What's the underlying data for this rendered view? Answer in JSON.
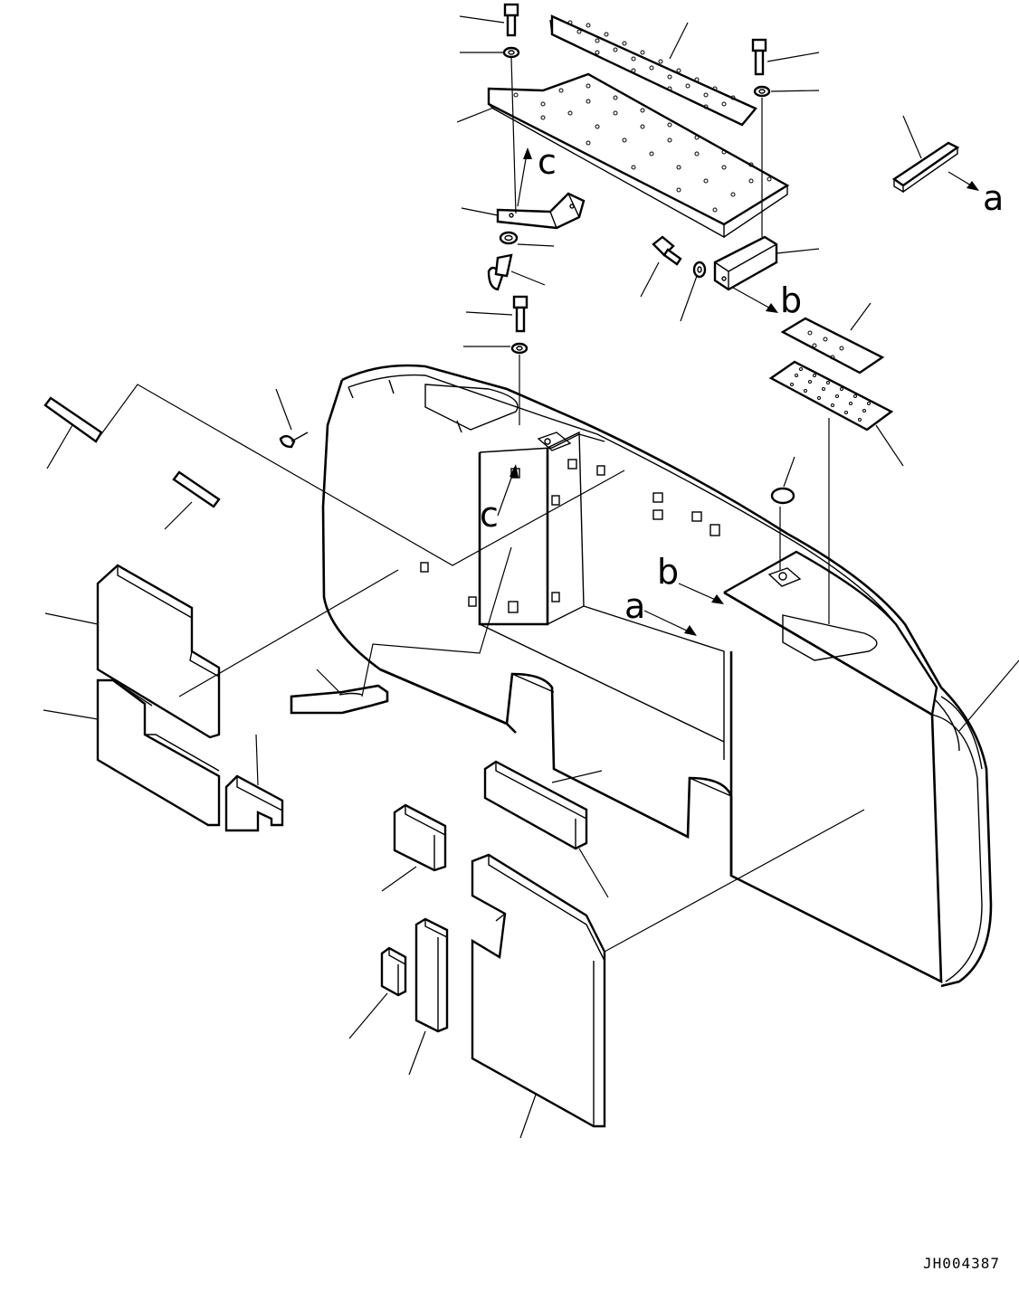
{
  "diagram": {
    "drawing_code": "JH004387",
    "reference_labels": [
      {
        "id": "a-top",
        "text": "a"
      },
      {
        "id": "b-top",
        "text": "b"
      },
      {
        "id": "c-top",
        "text": "c"
      },
      {
        "id": "c-body",
        "text": "c"
      },
      {
        "id": "b-body",
        "text": "b"
      },
      {
        "id": "a-body",
        "text": "a"
      }
    ],
    "parts": [
      "step-plate-upper",
      "step-plate-lower",
      "bracket-c",
      "bolt-top-left",
      "washer-top-left",
      "bolt-top-right",
      "washer-top-right",
      "bolt-middle",
      "washer-middle",
      "bolt-angled",
      "washer-angled",
      "angle-bracket",
      "small-plate-b",
      "pad-plate",
      "bar-a",
      "rivet",
      "cap-plug",
      "counterweight-body",
      "insulation-left-upper",
      "insulation-left-lower",
      "small-block-left",
      "label-strip-1",
      "label-strip-2",
      "hose",
      "block-center",
      "block-small-1",
      "block-small-2",
      "block-tall",
      "insulation-front"
    ]
  }
}
